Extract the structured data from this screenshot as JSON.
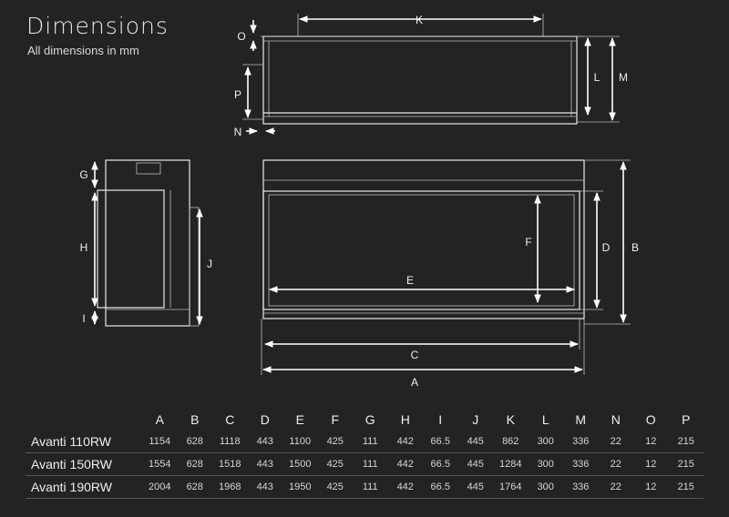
{
  "header": {
    "title": "Dimensions",
    "subtitle": "All dimensions in mm"
  },
  "labels": {
    "A": "A",
    "B": "B",
    "C": "C",
    "D": "D",
    "E": "E",
    "F": "F",
    "G": "G",
    "H": "H",
    "I": "I",
    "J": "J",
    "K": "K",
    "L": "L",
    "M": "M",
    "N": "N",
    "O": "O",
    "P": "P"
  },
  "table": {
    "columns": [
      "A",
      "B",
      "C",
      "D",
      "E",
      "F",
      "G",
      "H",
      "I",
      "J",
      "K",
      "L",
      "M",
      "N",
      "O",
      "P"
    ],
    "rows": [
      {
        "model": "Avanti 110RW",
        "values": [
          "1154",
          "628",
          "1118",
          "443",
          "1100",
          "425",
          "111",
          "442",
          "66.5",
          "445",
          "862",
          "300",
          "336",
          "22",
          "12",
          "215"
        ]
      },
      {
        "model": "Avanti 150RW",
        "values": [
          "1554",
          "628",
          "1518",
          "443",
          "1500",
          "425",
          "111",
          "442",
          "66.5",
          "445",
          "1284",
          "300",
          "336",
          "22",
          "12",
          "215"
        ]
      },
      {
        "model": "Avanti 190RW",
        "values": [
          "2004",
          "628",
          "1968",
          "443",
          "1950",
          "425",
          "111",
          "442",
          "66.5",
          "445",
          "1764",
          "300",
          "336",
          "22",
          "12",
          "215"
        ]
      }
    ]
  }
}
